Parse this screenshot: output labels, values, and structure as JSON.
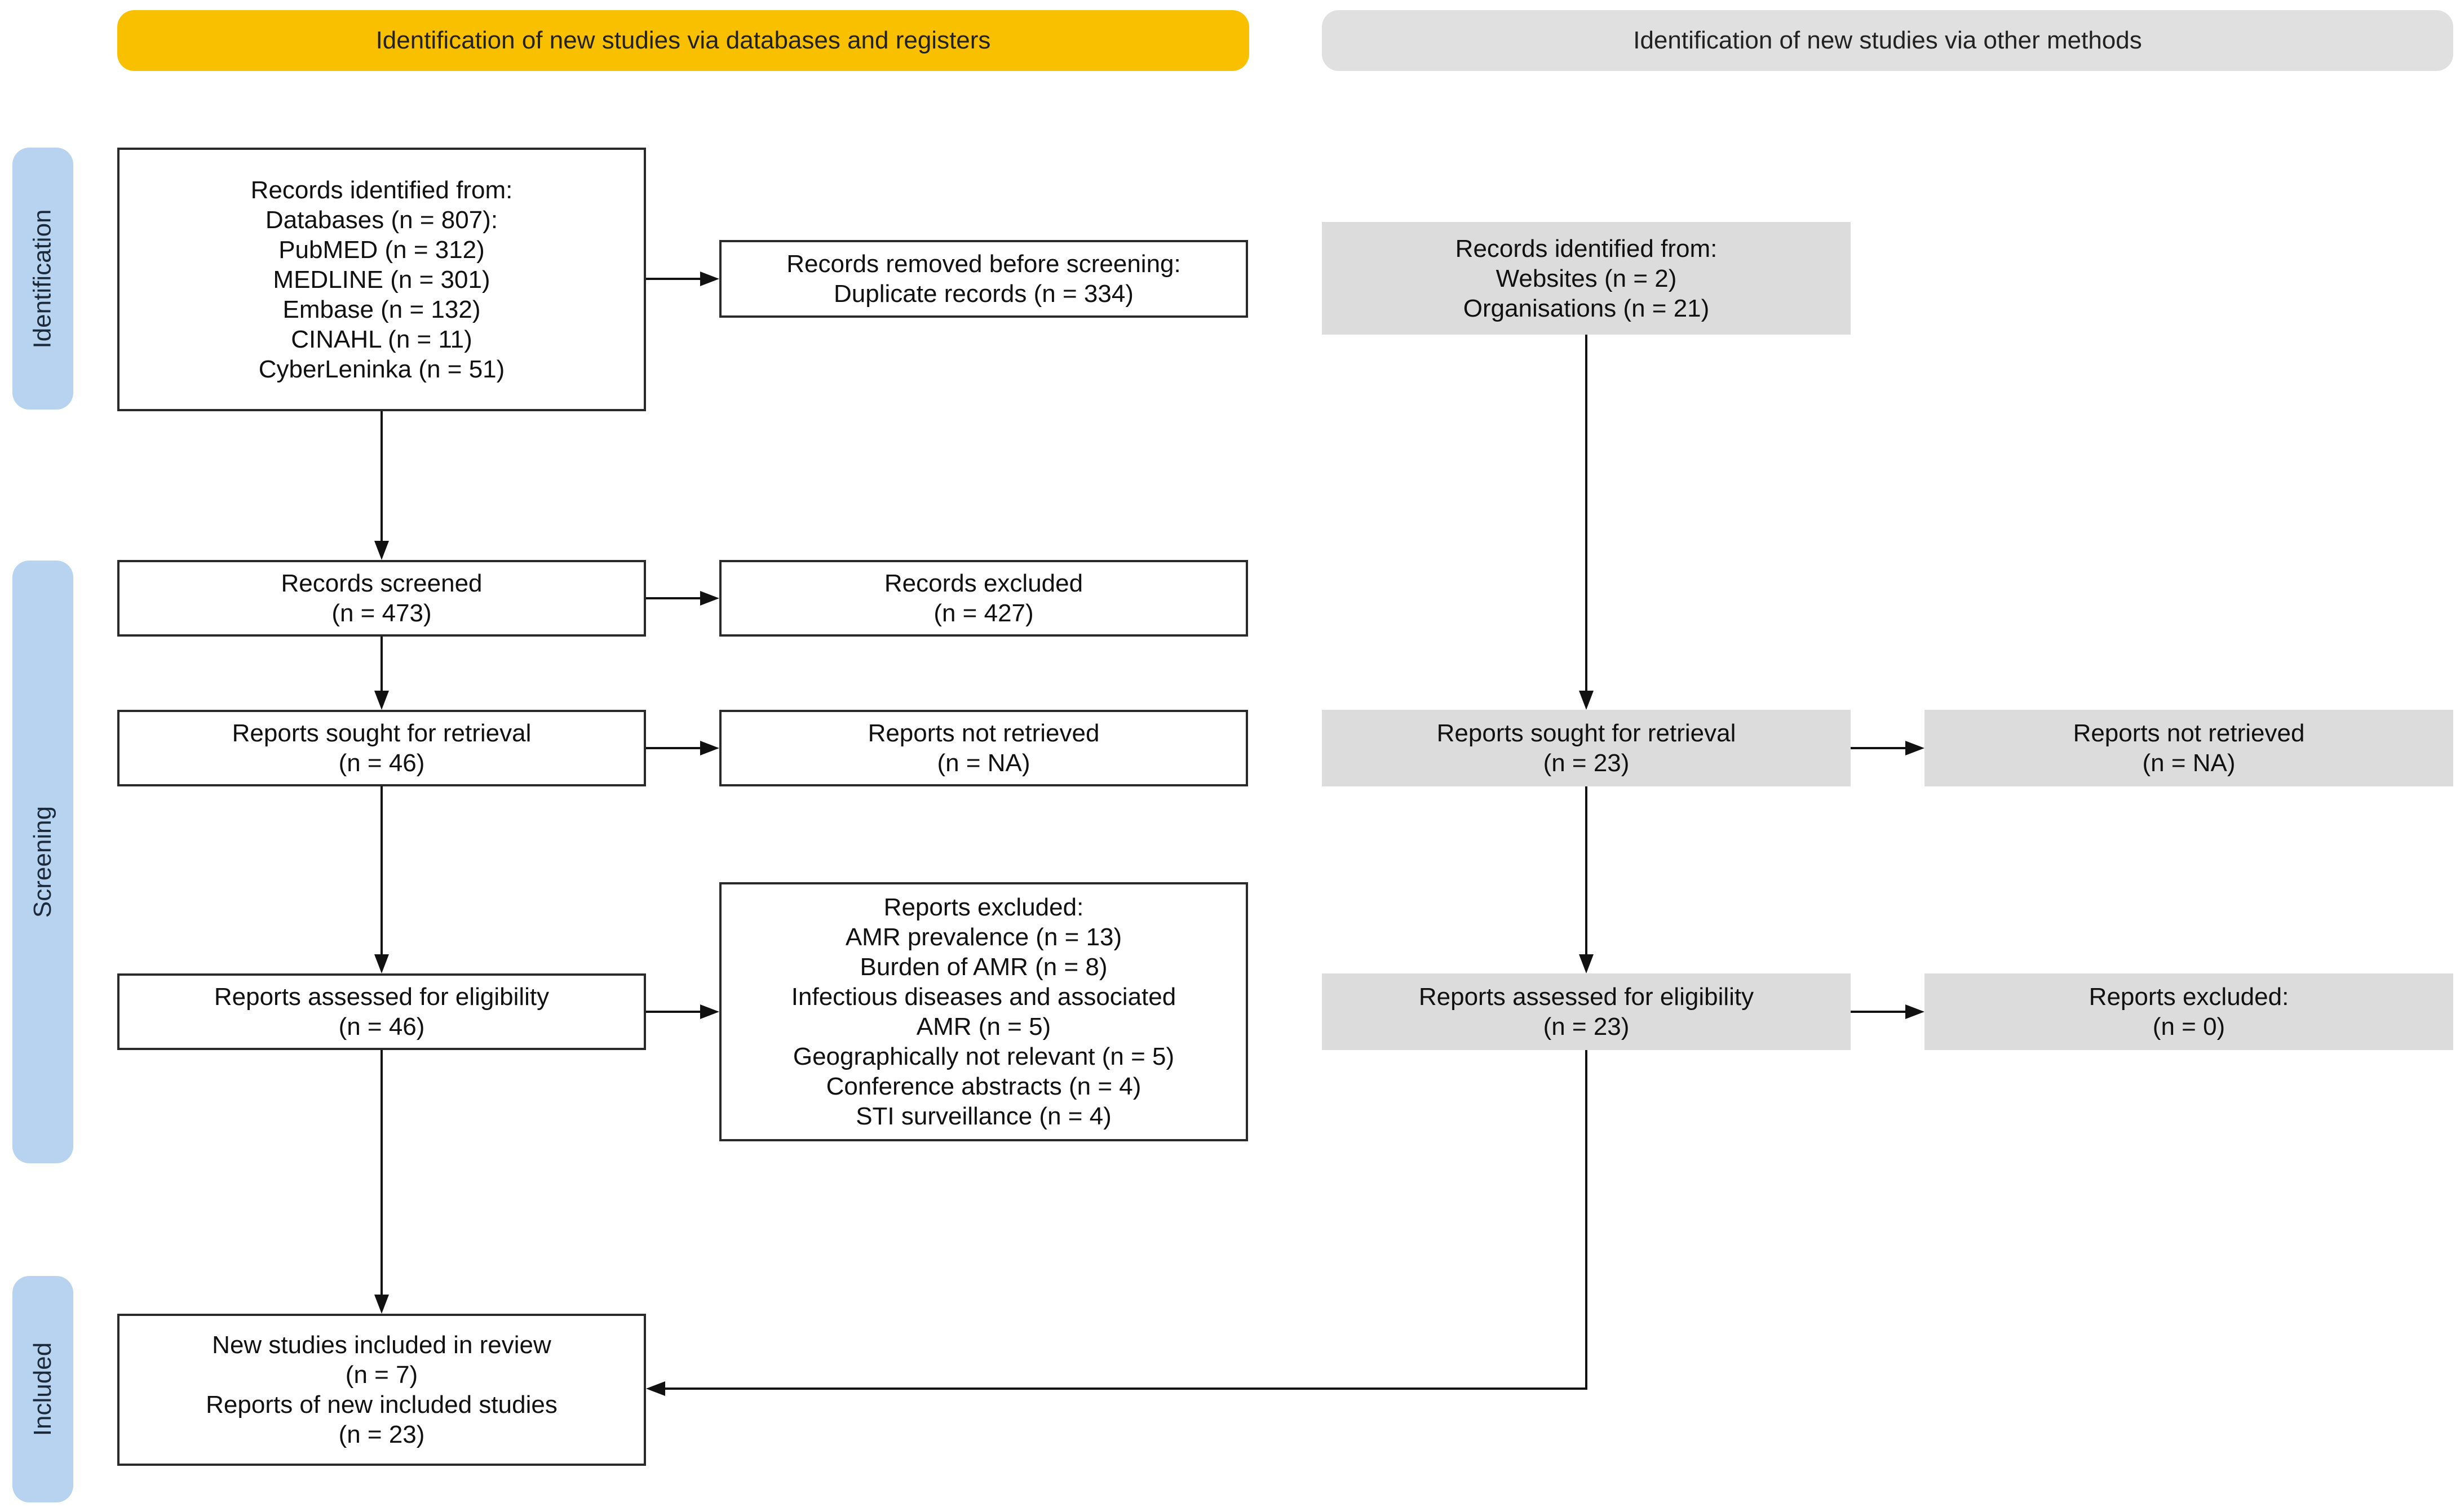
{
  "headers": {
    "databases": "Identification of new studies via databases and registers",
    "other": "Identification of new studies via other methods"
  },
  "phases": {
    "identification": "Identification",
    "screening": "Screening",
    "included": "Included"
  },
  "db": {
    "identified": {
      "lines": [
        "Records identified from:",
        "Databases (n = 807):",
        "PubMED (n = 312)",
        "MEDLINE (n = 301)",
        "Embase (n = 132)",
        "CINAHL (n = 11)",
        "CyberLeninka (n = 51)"
      ]
    },
    "removed": {
      "lines": [
        "Records removed before screening:",
        "Duplicate records (n = 334)"
      ]
    },
    "screened": {
      "lines": [
        "Records screened",
        "(n = 473)"
      ]
    },
    "excluded": {
      "lines": [
        "Records excluded",
        "(n = 427)"
      ]
    },
    "sought": {
      "lines": [
        "Reports sought for retrieval",
        "(n = 46)"
      ]
    },
    "not_retrieved": {
      "lines": [
        "Reports not retrieved",
        "(n = NA)"
      ]
    },
    "assessed": {
      "lines": [
        "Reports assessed for eligibility",
        "(n = 46)"
      ]
    },
    "reports_excluded": {
      "lines": [
        "Reports excluded:",
        "AMR prevalence (n = 13)",
        "Burden of AMR (n = 8)",
        "Infectious diseases and associated",
        "AMR (n = 5)",
        "Geographically not relevant (n = 5)",
        "Conference abstracts (n = 4)",
        "STI surveillance (n = 4)"
      ]
    },
    "included": {
      "lines": [
        "New studies included in review",
        "(n = 7)",
        "Reports of new included studies",
        "(n = 23)"
      ]
    }
  },
  "other": {
    "identified": {
      "lines": [
        "Records identified from:",
        "Websites (n = 2)",
        "Organisations (n = 21)"
      ]
    },
    "sought": {
      "lines": [
        "Reports sought for retrieval",
        "(n = 23)"
      ]
    },
    "not_retrieved": {
      "lines": [
        "Reports not retrieved",
        "(n = NA)"
      ]
    },
    "assessed": {
      "lines": [
        "Reports assessed for eligibility",
        "(n = 23)"
      ]
    },
    "reports_excluded": {
      "lines": [
        "Reports excluded:",
        "(n = 0)"
      ]
    }
  },
  "colors": {
    "header_databases": "#f9c000",
    "header_other": "#e0e0e0",
    "phase_bar": "#b7d3ef",
    "grey_box": "#dcdcdc"
  }
}
